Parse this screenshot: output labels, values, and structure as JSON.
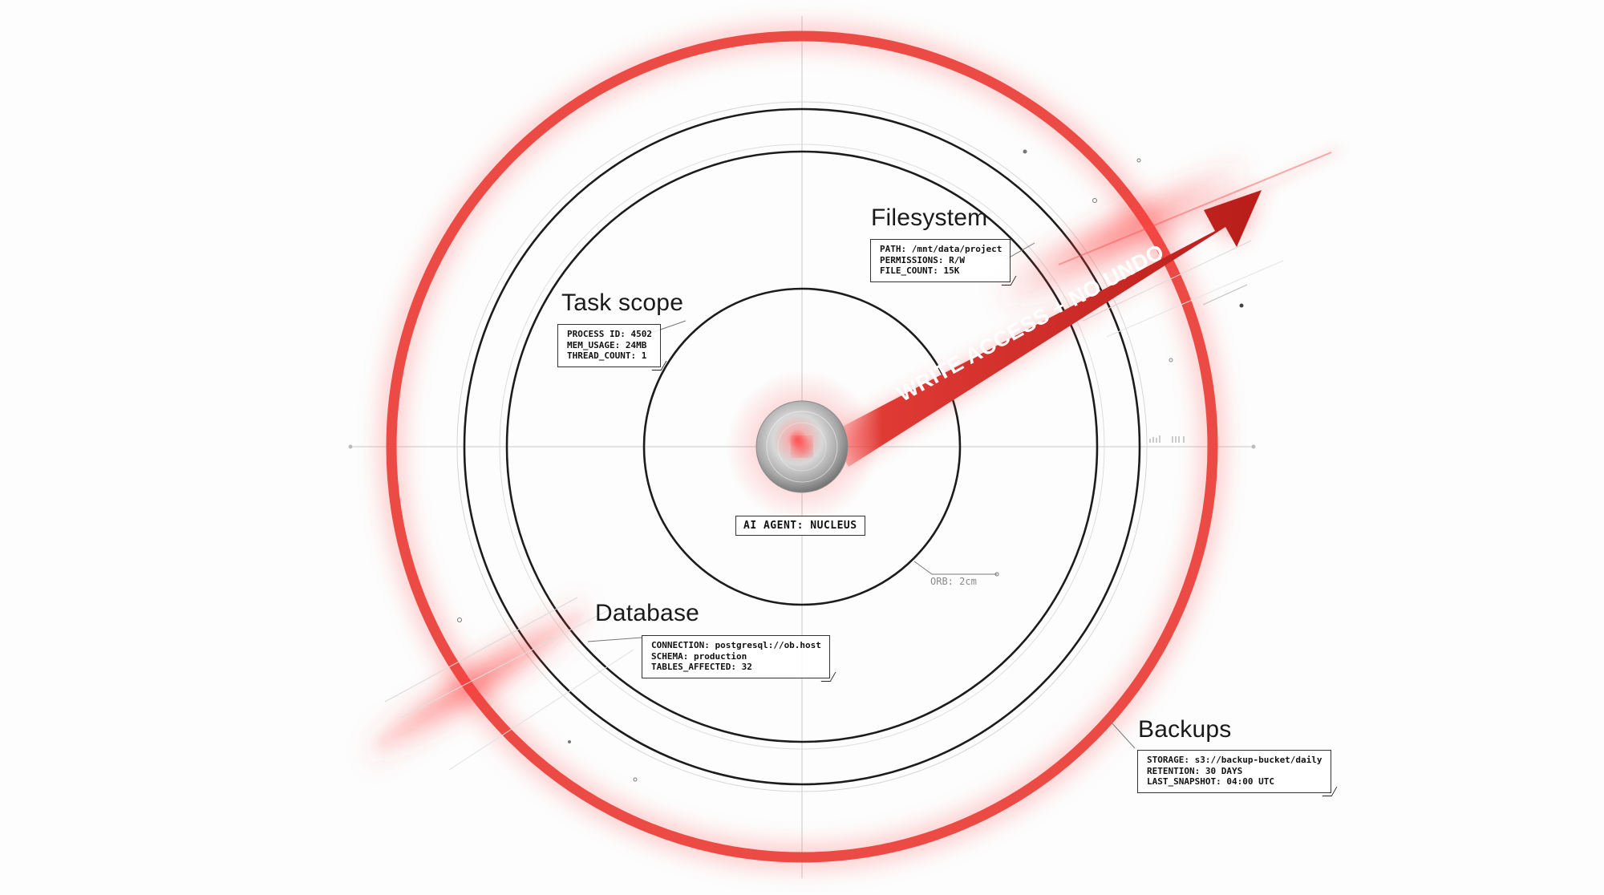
{
  "center_label": "AI AGENT: NUCLEUS",
  "orb_note": "ORB: 2cm",
  "arrow_text": "WRITE ACCESS + NO UNDO",
  "rings": [
    {
      "title": "Task scope",
      "lines": [
        "PROCESS ID: 4502",
        "MEM_USAGE: 24MB",
        "THREAD_COUNT: 1"
      ]
    },
    {
      "title": "Filesystem",
      "lines": [
        "PATH: /mnt/data/project",
        "PERMISSIONS: R/W",
        "FILE_COUNT: 15K"
      ]
    },
    {
      "title": "Database",
      "lines": [
        "CONNECTION: postgresql://ob.host",
        "SCHEMA: production",
        "TABLES_AFFECTED: 32"
      ]
    },
    {
      "title": "Backups",
      "lines": [
        "STORAGE: s3://backup-bucket/daily",
        "RETENTION: 30 DAYS",
        "LAST_SNAPSHOT: 04:00 UTC"
      ]
    }
  ],
  "colors": {
    "accent": "#e8413c",
    "arrow": "#c8201e",
    "ink": "#1a1a1a"
  }
}
